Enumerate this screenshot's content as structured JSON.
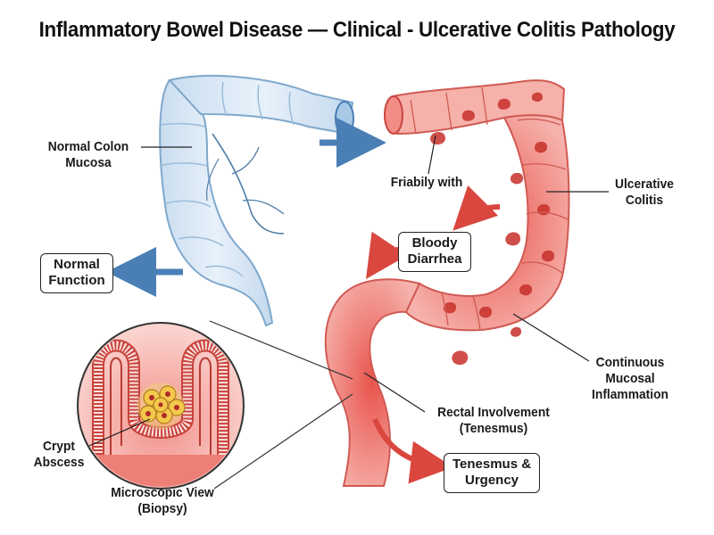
{
  "title": "Inflammatory Bowel Disease — Clinical - Ulcerative Colitis Pathology",
  "labels": {
    "normal_colon": [
      "Normal Colon",
      "Mucosa"
    ],
    "normal_function": [
      "Normal",
      "Function"
    ],
    "friability": "Friabily with",
    "ulcerative_colitis": [
      "Ulcerative",
      "Colitis"
    ],
    "bloody_diarrhea": [
      "Bloody",
      "Diarrhea"
    ],
    "continuous_inflammation": [
      "Continuous",
      "Mucosal",
      "Inflammation"
    ],
    "rectal_involvement": [
      "Rectal Involvement",
      "(Tenesmus)"
    ],
    "tenesmus_urgency": [
      "Tenesmus &",
      "Urgency"
    ],
    "crypt_abscess": [
      "Crypt",
      "Abscess"
    ],
    "microscopic_view": [
      "Microscopic View",
      "(Biopsy)"
    ]
  },
  "colors": {
    "normal_fill": "#dbe9f6",
    "normal_stroke": "#7fa8cc",
    "inflamed_fill": "#f3a6a0",
    "inflamed_deep": "#e0524c",
    "arrow_blue": "#4a7fb5",
    "arrow_red": "#d9473f",
    "abscess_yellow": "#f3c84b"
  }
}
